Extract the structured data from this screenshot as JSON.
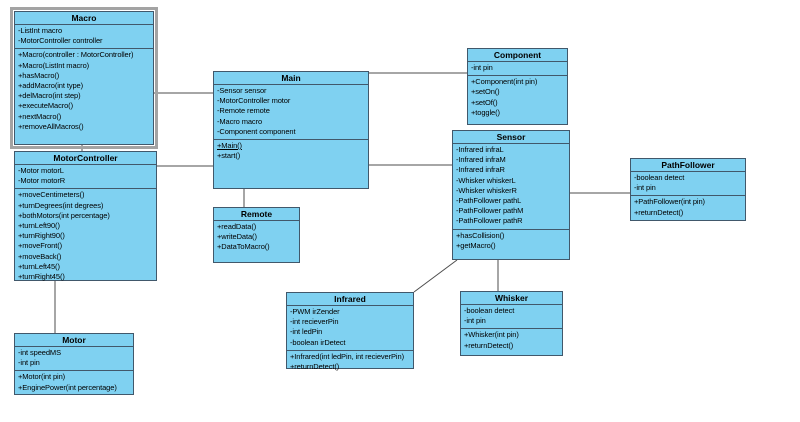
{
  "diagram": {
    "box_fill": "#7fd1f1",
    "box_border": "#41586b",
    "connector_color": "#4d4d4d",
    "selection_color": "#a3a3a3",
    "background": "#ffffff"
  },
  "classes": [
    {
      "name": "Macro",
      "selected": true,
      "attributes": [
        "-ListInt macro",
        "-MotorController controller"
      ],
      "methods": [
        "+Macro(controller : MotorController)",
        "+Macro(ListInt macro)",
        "+hasMacro()",
        "+addMacro(int type)",
        "+delMacro(int step)",
        "+executeMacro()",
        "+nextMacro()",
        "+removeAllMacros()"
      ]
    },
    {
      "name": "MotorController",
      "attributes": [
        "-Motor motorL",
        "-Motor motorR"
      ],
      "methods": [
        "+moveCentimeters()",
        "+turnDegrees(int degrees)",
        "+bothMotors(int percentage)",
        "+turnLeft90()",
        "+turnRight90()",
        "+moveFront()",
        "+moveBack()",
        "+turnLeft45()",
        "+turnRight45()"
      ]
    },
    {
      "name": "Motor",
      "attributes": [
        "-int speedMS",
        "-int pin"
      ],
      "methods": [
        "+Motor(int pin)",
        "+EnginePower(int percentage)"
      ]
    },
    {
      "name": "Main",
      "attributes": [
        "-Sensor sensor",
        "-MotorController motor",
        "-Remote remote",
        "-Macro macro",
        "-Component component"
      ],
      "methods": [
        "+Main()",
        "+start()"
      ],
      "underlined_methods": [
        0
      ]
    },
    {
      "name": "Remote",
      "attributes": [],
      "methods": [
        "+readData()",
        "+writeData()",
        "+DataToMacro()"
      ]
    },
    {
      "name": "Component",
      "attributes": [
        "-int pin"
      ],
      "methods": [
        "+Component(int pin)",
        "+setOn()",
        "+setOf()",
        "+toggle()"
      ]
    },
    {
      "name": "Sensor",
      "attributes": [
        "-Infrared infraL",
        "-Infrared infraM",
        "-Infrared infraR",
        "-Whisker whiskerL",
        "-Whisker whiskerR",
        "-PathFollower pathL",
        "-PathFollower pathM",
        "-PathFollower pathR"
      ],
      "methods": [
        "+hasCollision()",
        "+getMacro()"
      ]
    },
    {
      "name": "PathFollower",
      "attributes": [
        "-boolean detect",
        "-int pin"
      ],
      "methods": [
        "+PathFollower(int pin)",
        "+returnDetect()"
      ]
    },
    {
      "name": "Infrared",
      "attributes": [
        "-PWM irZender",
        "-int recieverPin",
        "-int ledPin",
        "-boolean irDetect"
      ],
      "methods": [
        "+Infrared(int ledPin, int recieverPin)",
        "+returnDetect()"
      ]
    },
    {
      "name": "Whisker",
      "attributes": [
        "-boolean detect",
        "-int pin"
      ],
      "methods": [
        "+Whisker(int pin)",
        "+returnDetect()"
      ]
    }
  ],
  "connectors": [
    {
      "from": "Macro",
      "to": "Main",
      "points": [
        [
          154,
          93
        ],
        [
          213,
          93
        ]
      ]
    },
    {
      "from": "Macro",
      "to": "MotorController",
      "points": [
        [
          82,
          145
        ],
        [
          82,
          151
        ]
      ]
    },
    {
      "from": "MotorController",
      "to": "Main",
      "points": [
        [
          157,
          166
        ],
        [
          213,
          166
        ]
      ]
    },
    {
      "from": "MotorController",
      "to": "Motor",
      "points": [
        [
          55,
          281
        ],
        [
          55,
          333
        ]
      ]
    },
    {
      "from": "Main",
      "to": "Remote",
      "points": [
        [
          244,
          189
        ],
        [
          244,
          207
        ]
      ]
    },
    {
      "from": "Main",
      "to": "Component",
      "points": [
        [
          369,
          73
        ],
        [
          467,
          73
        ]
      ]
    },
    {
      "from": "Main",
      "to": "Sensor",
      "points": [
        [
          369,
          165
        ],
        [
          452,
          165
        ]
      ]
    },
    {
      "from": "Sensor",
      "to": "PathFollower",
      "points": [
        [
          570,
          193
        ],
        [
          630,
          193
        ]
      ]
    },
    {
      "from": "Sensor",
      "to": "Whisker",
      "points": [
        [
          498,
          260
        ],
        [
          498,
          291
        ]
      ]
    },
    {
      "from": "Sensor",
      "to": "Infrared",
      "points": [
        [
          457,
          260
        ],
        [
          414,
          292
        ]
      ]
    }
  ]
}
